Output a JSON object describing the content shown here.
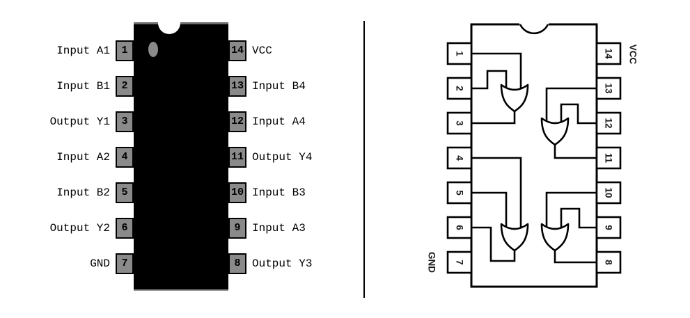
{
  "figure": {
    "left": {
      "pins_left": [
        {
          "num": "1",
          "label": "Input A1"
        },
        {
          "num": "2",
          "label": "Input B1"
        },
        {
          "num": "3",
          "label": "Output Y1"
        },
        {
          "num": "4",
          "label": "Input A2"
        },
        {
          "num": "5",
          "label": "Input B2"
        },
        {
          "num": "6",
          "label": "Output Y2"
        },
        {
          "num": "7",
          "label": "GND"
        }
      ],
      "pins_right": [
        {
          "num": "14",
          "label": "VCC"
        },
        {
          "num": "13",
          "label": "Input B4"
        },
        {
          "num": "12",
          "label": "Input A4"
        },
        {
          "num": "11",
          "label": "Output Y4"
        },
        {
          "num": "10",
          "label": "Input B3"
        },
        {
          "num": "9",
          "label": "Input A3"
        },
        {
          "num": "8",
          "label": "Output Y3"
        }
      ]
    },
    "right": {
      "pins_left": [
        "1",
        "2",
        "3",
        "4",
        "5",
        "6",
        "7"
      ],
      "pins_right": [
        "14",
        "13",
        "12",
        "11",
        "10",
        "9",
        "8"
      ],
      "power_label": "VCC",
      "ground_label": "GND"
    },
    "colors": {
      "background": "#ffffff",
      "chip_body": "#000000",
      "pin_box_fill": "#8a8a8a",
      "line": "#000000"
    }
  }
}
